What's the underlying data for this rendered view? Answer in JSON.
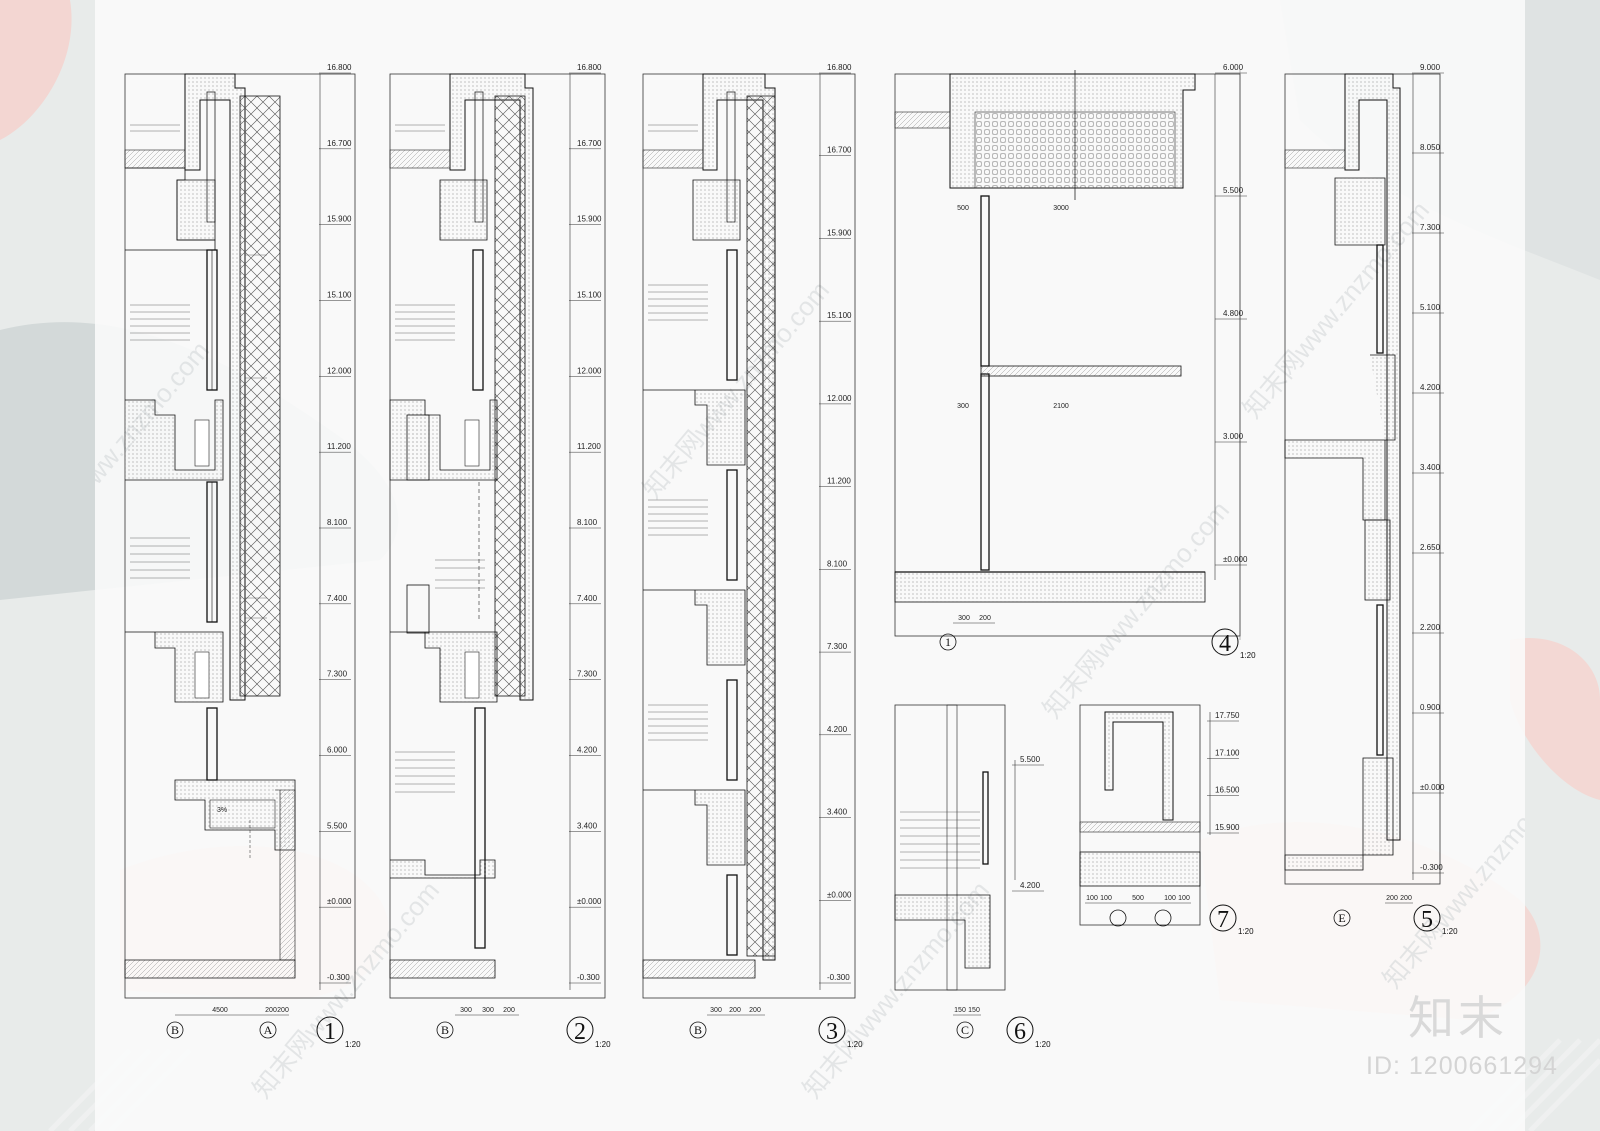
{
  "watermark": {
    "site": "www.znzmo.com",
    "brand": "知末",
    "id": "ID: 1200661294"
  },
  "scale_label": "1:20",
  "details": [
    {
      "num": "1",
      "axes": [
        "B",
        "A"
      ],
      "levels": [
        "16.800",
        "16.700",
        "15.900",
        "15.100",
        "12.000",
        "11.200",
        "8.100",
        "7.400",
        "7.300",
        "6.000",
        "5.500",
        "±0.000",
        "-0.300"
      ],
      "bottom_dims": [
        "4500",
        "200",
        "200"
      ]
    },
    {
      "num": "2",
      "axes": [
        "B"
      ],
      "levels": [
        "16.800",
        "16.700",
        "15.900",
        "15.100",
        "12.000",
        "11.200",
        "8.100",
        "7.400",
        "7.300",
        "4.200",
        "3.400",
        "±0.000",
        "-0.300"
      ],
      "bottom_dims": [
        "300",
        "300",
        "200"
      ]
    },
    {
      "num": "3",
      "axes": [
        "B"
      ],
      "levels": [
        "16.800",
        "16.700",
        "15.900",
        "15.100",
        "12.000",
        "11.200",
        "8.100",
        "7.300",
        "4.200",
        "3.400",
        "±0.000",
        "-0.300"
      ],
      "bottom_dims": [
        "300",
        "200",
        "200"
      ]
    },
    {
      "num": "4",
      "axes": [
        "1"
      ],
      "levels": [
        "6.000",
        "5.500",
        "4.800",
        "3.000",
        "±0.000"
      ],
      "bottom_dims": [
        "300",
        "200"
      ],
      "top_dims": [
        "500",
        "3000"
      ],
      "mid_dims": [
        "300",
        "2100"
      ]
    },
    {
      "num": "5",
      "axes": [
        "E"
      ],
      "levels": [
        "9.000",
        "8.050",
        "7.300",
        "5.100",
        "4.200",
        "3.400",
        "2.650",
        "2.200",
        "0.900",
        "±0.000",
        "-0.300"
      ],
      "bottom_dims": [
        "200",
        "200"
      ]
    },
    {
      "num": "6",
      "axes": [
        "C"
      ],
      "levels": [
        "5.500",
        "4.200"
      ],
      "bottom_dims": [
        "150",
        "150"
      ]
    },
    {
      "num": "7",
      "axes": [],
      "levels": [
        "17.750",
        "17.100",
        "16.500",
        "15.900"
      ],
      "bottom_dims": [
        "100",
        "100",
        "500",
        "100",
        "100"
      ]
    }
  ]
}
